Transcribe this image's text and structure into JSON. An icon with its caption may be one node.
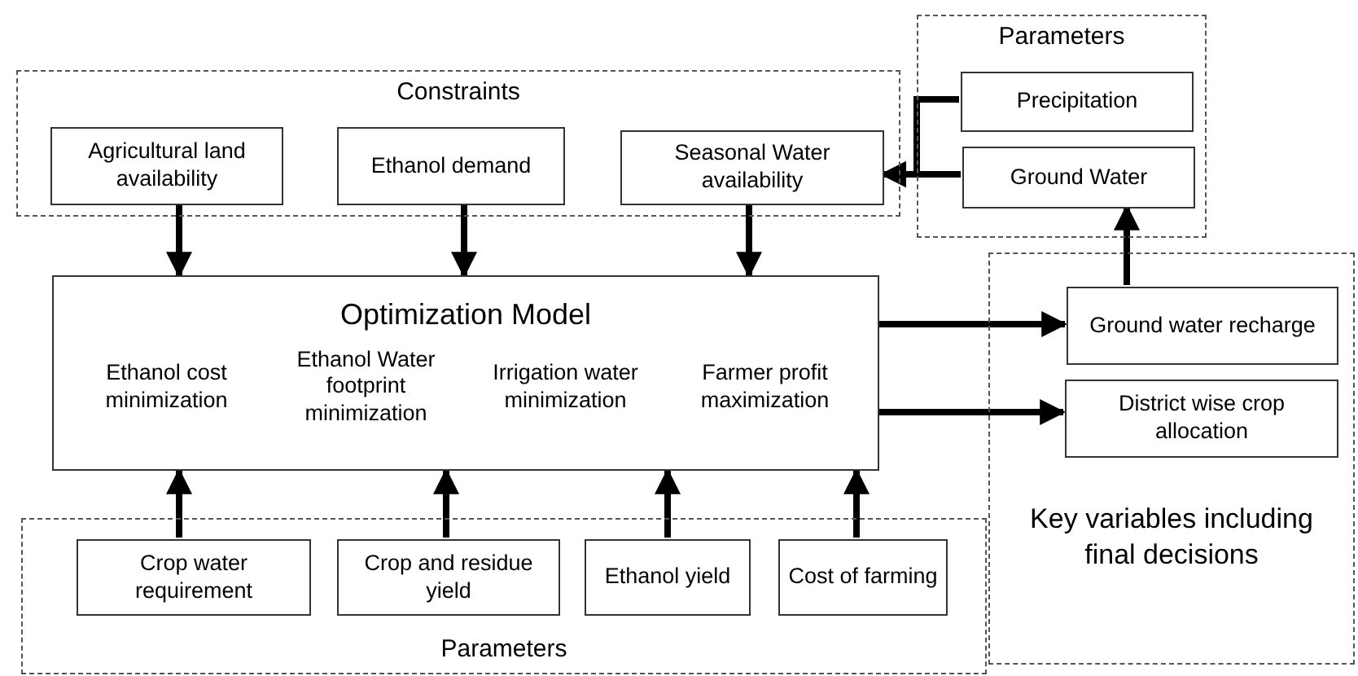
{
  "diagram": {
    "nodes": [
      {
        "text": [
          "Constraints"
        ]
      },
      {
        "text": [
          "Agricultural land availability"
        ],
        "in": 0
      },
      {
        "text": [
          "Ethanol demand"
        ],
        "in": 0
      },
      {
        "text": [
          "Seasonal Water availability"
        ],
        "in": 0
      },
      {
        "text": [
          "Parameters"
        ]
      },
      {
        "text": [
          "Precipitation"
        ],
        "in": 4
      },
      {
        "text": [
          "Ground Water"
        ],
        "in": 4
      },
      {
        "text": [
          "Optimization Model",
          "Ethanol cost minimization",
          "Ethanol Water footprint minimization",
          "Irrigation water minimization",
          "Farmer profit maximization"
        ]
      },
      {
        "text": [
          "Key variables including final decisions"
        ]
      },
      {
        "text": [
          "Ground water recharge"
        ],
        "in": 8
      },
      {
        "text": [
          "District wise crop allocation"
        ],
        "in": 8
      },
      {
        "text": [
          "Parameters"
        ]
      },
      {
        "text": [
          "Crop water requirement"
        ],
        "in": 11
      },
      {
        "text": [
          "Crop and residue yield"
        ],
        "in": 11
      },
      {
        "text": [
          "Ethanol yield"
        ],
        "in": 11
      },
      {
        "text": [
          "Cost of farming"
        ],
        "in": 11
      }
    ],
    "edges": [
      {
        "from": 1,
        "to": 7,
        "arrow": "to"
      },
      {
        "from": 2,
        "to": 7,
        "arrow": "to"
      },
      {
        "from": 3,
        "to": 7,
        "arrow": "to"
      },
      {
        "from": 5,
        "to": 3,
        "arrow": "to"
      },
      {
        "from": 6,
        "to": 3,
        "arrow": "to"
      },
      {
        "from": 7,
        "to": 9,
        "arrow": "to"
      },
      {
        "from": 7,
        "to": 10,
        "arrow": "to"
      },
      {
        "from": 9,
        "to": 6,
        "arrow": "to"
      },
      {
        "from": 12,
        "to": 7,
        "arrow": "to"
      },
      {
        "from": 13,
        "to": 7,
        "arrow": "to"
      },
      {
        "from": 14,
        "to": 7,
        "arrow": "to"
      },
      {
        "from": 15,
        "to": 7,
        "arrow": "to"
      }
    ]
  }
}
